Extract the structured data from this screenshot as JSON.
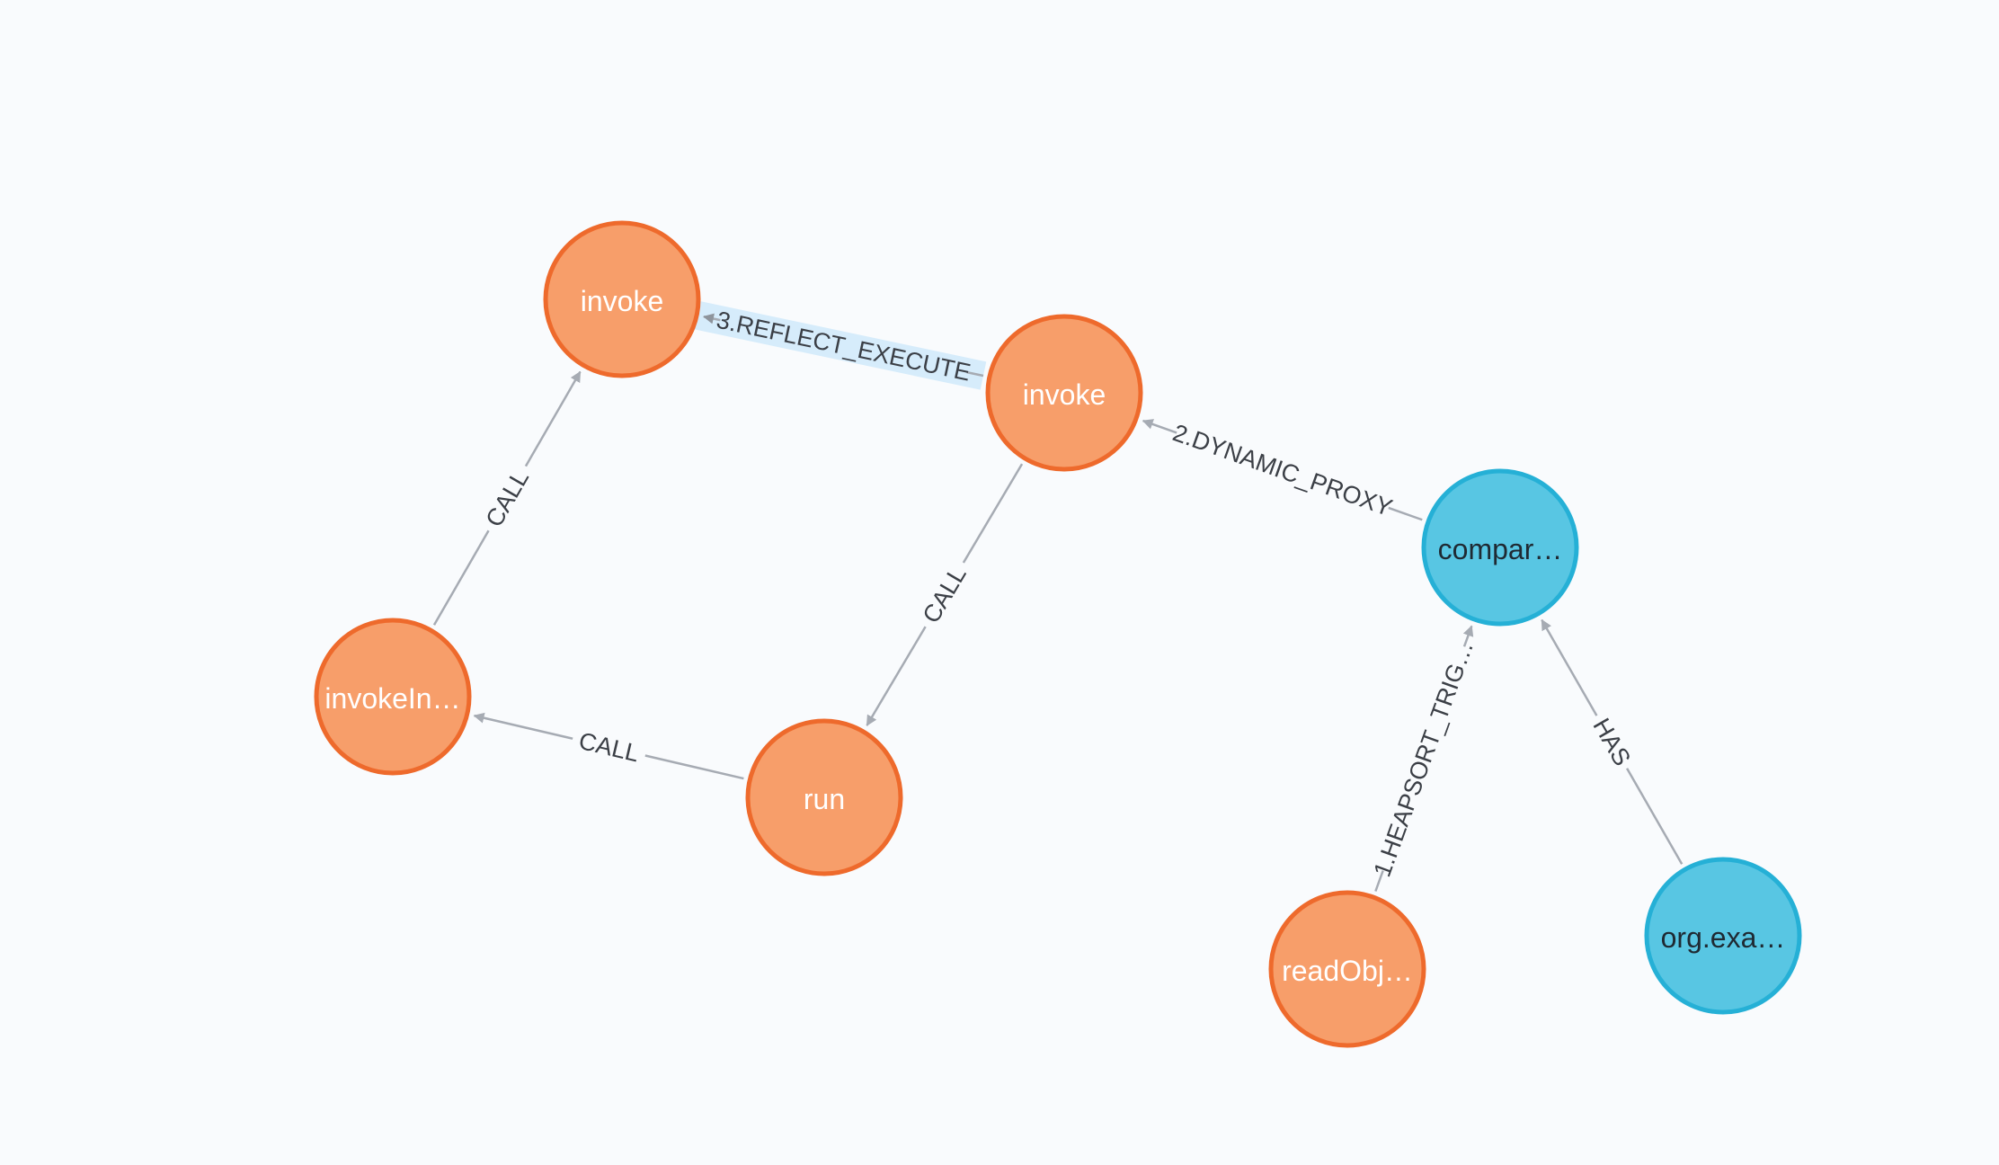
{
  "colors": {
    "background": "#f9fbfd",
    "method_fill": "#f79e6a",
    "method_stroke": "#ee6a2c",
    "class_fill": "#58c6e3",
    "class_stroke": "#25b0d6",
    "edge": "#a6abb3",
    "edge_label": "#3b3f46",
    "highlight": "#d6ecfb",
    "method_text": "#ffffff",
    "class_text": "#1f2a33"
  },
  "nodes": [
    {
      "id": "n_invoke_top",
      "label": "invoke",
      "kind": "method"
    },
    {
      "id": "n_invoke_mid",
      "label": "invoke",
      "kind": "method"
    },
    {
      "id": "n_compar",
      "label": "compar…",
      "kind": "class"
    },
    {
      "id": "n_invokeIn",
      "label": "invokeIn…",
      "kind": "method"
    },
    {
      "id": "n_run",
      "label": "run",
      "kind": "method"
    },
    {
      "id": "n_readObj",
      "label": "readObj…",
      "kind": "method"
    },
    {
      "id": "n_orgexa",
      "label": "org.exa…",
      "kind": "class"
    }
  ],
  "edges": [
    {
      "id": "e_reflect",
      "from": "n_invoke_mid",
      "to": "n_invoke_top",
      "label": "3.REFLECT_EXECUTE",
      "highlighted": true
    },
    {
      "id": "e_proxy",
      "from": "n_compar",
      "to": "n_invoke_mid",
      "label": "2.DYNAMIC_PROXY",
      "highlighted": false
    },
    {
      "id": "e_call_left",
      "from": "n_invokeIn",
      "to": "n_invoke_top",
      "label": "CALL",
      "highlighted": false
    },
    {
      "id": "e_call_mid",
      "from": "n_invoke_mid",
      "to": "n_run",
      "label": "CALL",
      "highlighted": false
    },
    {
      "id": "e_call_bottom",
      "from": "n_run",
      "to": "n_invokeIn",
      "label": "CALL",
      "highlighted": false
    },
    {
      "id": "e_heapsort",
      "from": "n_readObj",
      "to": "n_compar",
      "label": "1.HEAPSORT_TRIG…",
      "highlighted": false
    },
    {
      "id": "e_has",
      "from": "n_orgexa",
      "to": "n_compar",
      "label": "HAS",
      "highlighted": false
    }
  ]
}
